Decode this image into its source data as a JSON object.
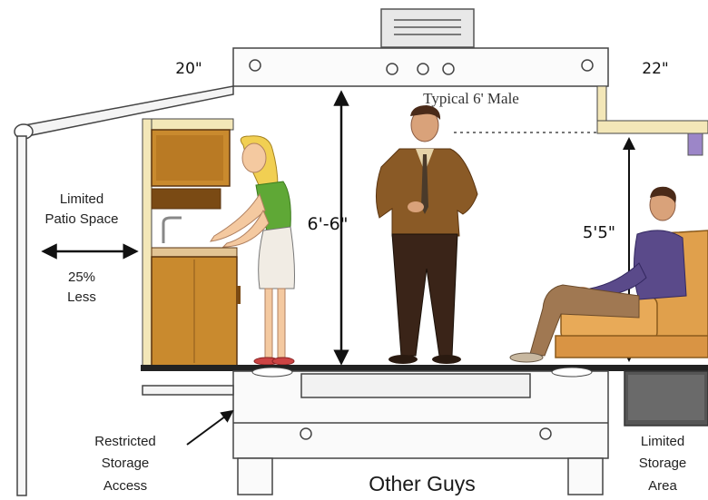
{
  "labels": {
    "width_left": "20\"",
    "width_right": "22\"",
    "typical_male": "Typical 6' Male",
    "height_main": "6'-6\"",
    "height_slide": "5'5\"",
    "patio_line1": "Limited",
    "patio_line2": "Patio Space",
    "patio_pct": "25%",
    "patio_less": "Less",
    "restricted1": "Restricted",
    "restricted2": "Storage",
    "restricted3": "Access",
    "limited_storage1": "Limited",
    "limited_storage2": "Storage",
    "limited_storage3": "Area",
    "footer": "Other Guys"
  },
  "colors": {
    "cabinet": "#c98a2e",
    "cabinet_dark": "#7a4a14",
    "floor": "#222222",
    "outline": "#333333",
    "woman_shirt": "#5fa836",
    "woman_hair": "#f1cf52",
    "man_jacket": "#8a5a26",
    "man_pants": "#3a2418",
    "sofa": "#e0a04c",
    "seated_shirt": "#5a4a8a",
    "storage_box": "#555555"
  }
}
